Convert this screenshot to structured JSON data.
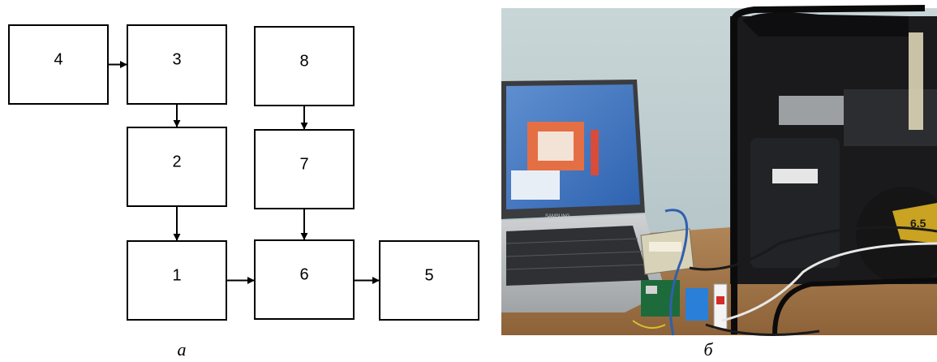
{
  "diagram": {
    "blocks": [
      {
        "id": "4",
        "label": "4"
      },
      {
        "id": "3",
        "label": "3"
      },
      {
        "id": "8",
        "label": "8"
      },
      {
        "id": "2",
        "label": "2"
      },
      {
        "id": "7",
        "label": "7"
      },
      {
        "id": "1",
        "label": "1"
      },
      {
        "id": "6",
        "label": "6"
      },
      {
        "id": "5",
        "label": "5"
      }
    ],
    "edges": [
      {
        "from": "4",
        "to": "3"
      },
      {
        "from": "3",
        "to": "2"
      },
      {
        "from": "2",
        "to": "1"
      },
      {
        "from": "8",
        "to": "7"
      },
      {
        "from": "7",
        "to": "6"
      },
      {
        "from": "1",
        "to": "6"
      },
      {
        "from": "6",
        "to": "5"
      }
    ]
  },
  "photo": {
    "laptop_brand": "SAMSUNG",
    "engine_badge": "6.5"
  },
  "captions": {
    "left": "а",
    "right": "б"
  }
}
